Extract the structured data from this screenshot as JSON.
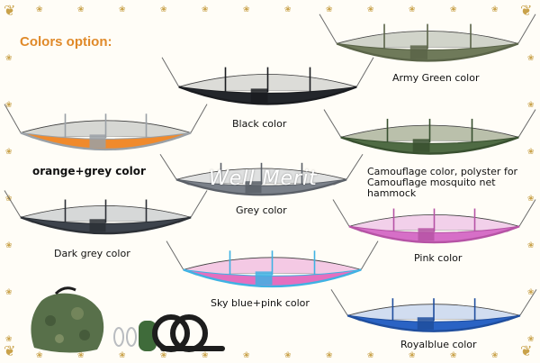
{
  "heading": "Colors option:",
  "watermark": "Well Merit",
  "colors": {
    "army_green": {
      "label": "Army Green color",
      "body": "#6f7a5a",
      "net": "#c9cdc2",
      "trim": "#5a6448"
    },
    "black": {
      "label": "Black color",
      "body": "#23262b",
      "net": "#d6d6d2",
      "trim": "#1a1c20"
    },
    "orange_grey": {
      "label": "orange+grey color",
      "body": "#f08a2c",
      "net": "#cfd0cc",
      "trim": "#9aa0a6"
    },
    "camouflage": {
      "label_line1": "Camouflage color, polyster for",
      "label_line2": "Camouflage mosquito net",
      "label_line3": "hammock",
      "body": "#4f6b44",
      "net": "#aeb59e",
      "trim": "#38502f"
    },
    "grey": {
      "label": "Grey color",
      "body": "#7a8089",
      "net": "#d9dadc",
      "trim": "#5b6068"
    },
    "dark_grey": {
      "label": "Dark grey color",
      "body": "#3d434c",
      "net": "#cfd1d2",
      "trim": "#2c3036"
    },
    "pink": {
      "label": "Pink color",
      "body": "#d66fc7",
      "net": "#f0c8e8",
      "trim": "#b653a5"
    },
    "sky_blue_pink": {
      "label": "Sky blue+pink color",
      "body": "#e46fbf",
      "net": "#f2bfe1",
      "trim": "#3fb2e3"
    },
    "royalblue": {
      "label": "Royalblue color",
      "body": "#2a63c4",
      "net": "#c9d7ee",
      "trim": "#1f4e9e"
    }
  },
  "accessories": {
    "bag_color": "#58704a",
    "strap_color": "#1d1d1d",
    "carabiner_color": "#b9bcc0",
    "rope_color": "#3f6b3a"
  },
  "decor": {
    "paw_color": "#c9a24a"
  }
}
